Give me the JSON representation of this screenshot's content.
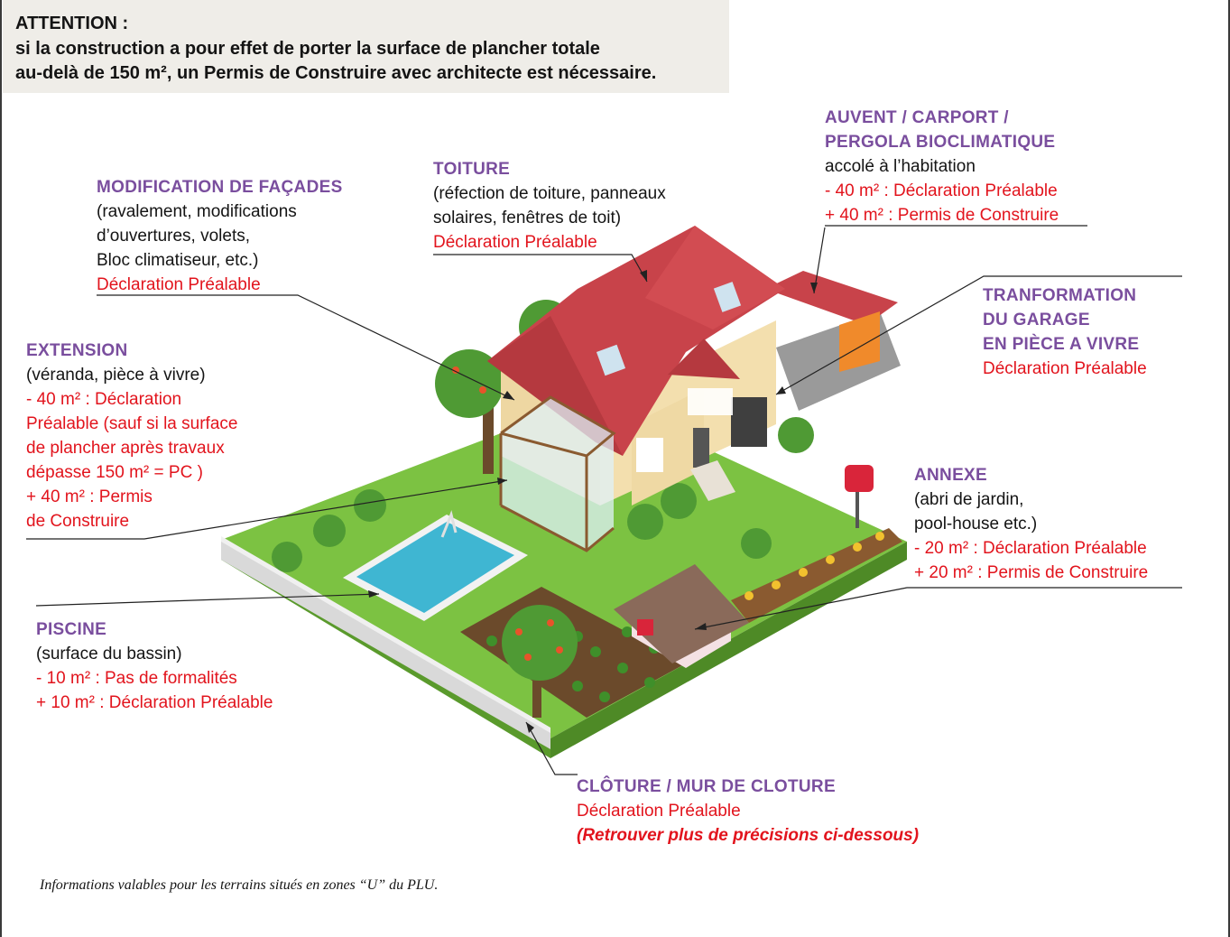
{
  "attention": {
    "title": "ATTENTION :",
    "line1": "si la construction a pour effet de porter la surface de plancher totale",
    "line2": "au-delà de 150 m², un Permis de Construire avec architecte est nécessaire."
  },
  "labels": {
    "facades": {
      "title": "MODIFICATION DE FAÇADES",
      "desc": [
        "(ravalement, modifications",
        "d’ouvertures, volets,",
        "Bloc climatiseur, etc.)"
      ],
      "rule": [
        "Déclaration Préalable"
      ]
    },
    "toiture": {
      "title": "TOITURE",
      "desc": [
        "(réfection de toiture, panneaux",
        "solaires, fenêtres de toit)"
      ],
      "rule": [
        "Déclaration Préalable"
      ]
    },
    "auvent": {
      "title": [
        "AUVENT / CARPORT /",
        "PERGOLA BIOCLIMATIQUE"
      ],
      "desc": [
        "accolé à l’habitation"
      ],
      "rule": [
        "- 40 m² : Déclaration Préalable",
        "+ 40 m² : Permis de Construire"
      ]
    },
    "garage": {
      "title": [
        "TRANFORMATION",
        "DU GARAGE",
        "EN PIÈCE A VIVRE"
      ],
      "rule": [
        "Déclaration Préalable"
      ]
    },
    "extension": {
      "title": "EXTENSION",
      "desc": [
        "(véranda, pièce à vivre)"
      ],
      "rule": [
        "- 40 m² : Déclaration",
        "Préalable (sauf si la surface",
        "de plancher après travaux",
        "dépasse 150 m² = PC )",
        "+ 40 m² : Permis",
        "de Construire"
      ]
    },
    "annexe": {
      "title": "ANNEXE",
      "desc": [
        "(abri de jardin,",
        "pool-house etc.)"
      ],
      "rule": [
        "- 20 m² : Déclaration Préalable",
        "+ 20 m² : Permis de Construire"
      ]
    },
    "piscine": {
      "title": "PISCINE",
      "desc": [
        "(surface du bassin)"
      ],
      "rule": [
        "- 10 m² : Pas de formalités",
        "+ 10 m² : Déclaration Préalable"
      ]
    },
    "cloture": {
      "title": "CLÔTURE / MUR DE CLOTURE",
      "rule": [
        "Déclaration Préalable"
      ],
      "note": "(Retrouver plus de précisions ci-dessous)"
    }
  },
  "footnote": "Informations valables pour les terrains situés en zones “U” du PLU.",
  "colors": {
    "title_purple": "#7a4e9e",
    "rule_red": "#e2141d",
    "attention_bg": "#efede8",
    "grass": "#7cc242",
    "roof": "#c8434a",
    "wall": "#f2d9a8",
    "pool": "#3fb6d2"
  }
}
